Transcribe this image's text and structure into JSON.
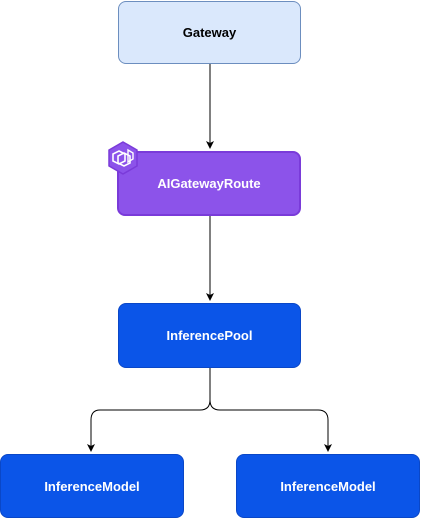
{
  "nodes": {
    "gateway": {
      "label": "Gateway"
    },
    "ai_gateway_route": {
      "label": "AIGatewayRoute",
      "icon": "envoy-icon"
    },
    "inference_pool": {
      "label": "InferencePool"
    },
    "inference_models": [
      {
        "label": "InferenceModel"
      },
      {
        "label": "InferenceModel"
      }
    ]
  },
  "colors": {
    "gateway_fill": "#dae8fc",
    "gateway_stroke": "#6c8ebf",
    "route_fill": "#8c53ea",
    "pool_fill": "#0b55e8",
    "edge": "#000000"
  }
}
